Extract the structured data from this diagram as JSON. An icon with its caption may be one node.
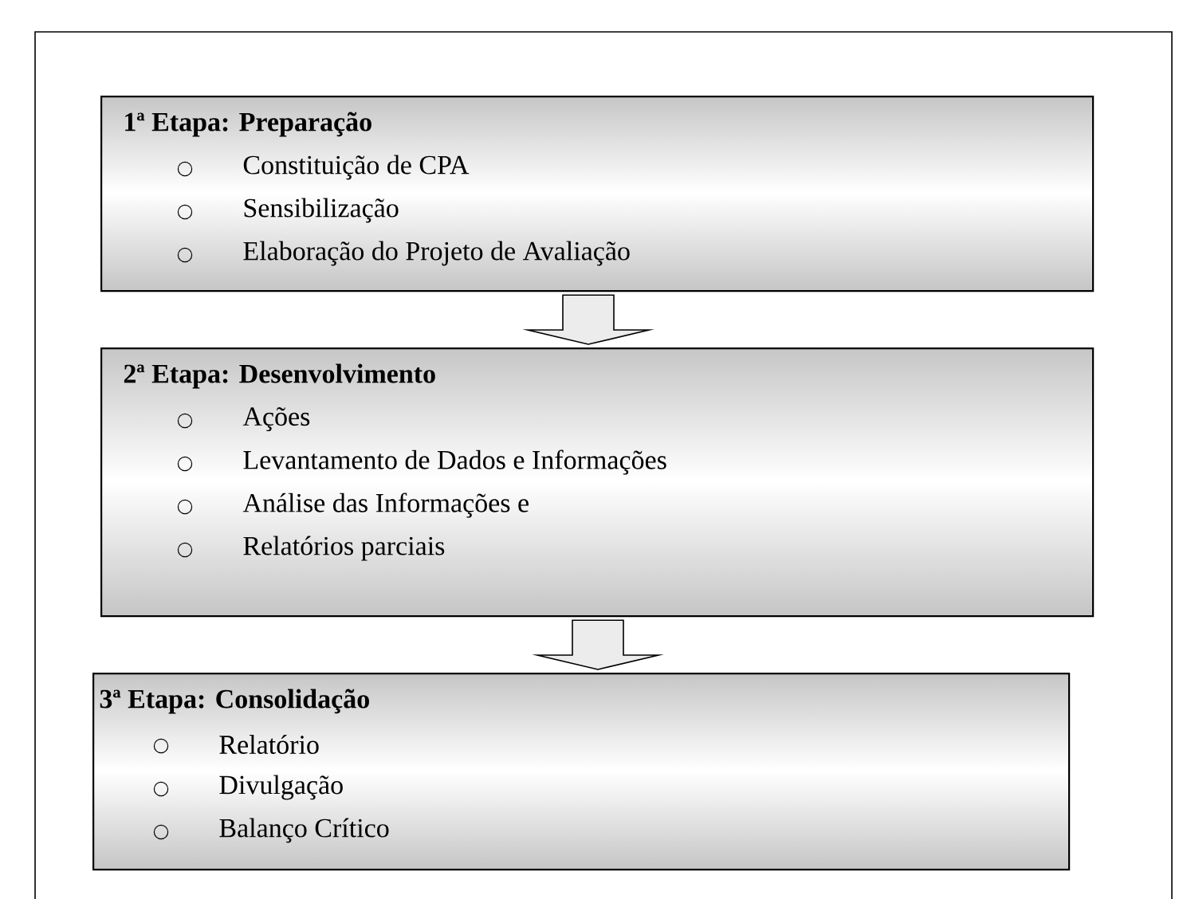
{
  "diagram": {
    "nodes": [
      {
        "text": [
          "1ª Etapa: Preparação",
          "Constituição de CPA",
          "Sensibilização",
          "Elaboração do Projeto de Avaliação"
        ]
      },
      {
        "text": [
          "2ª Etapa: Desenvolvimento",
          "Ações",
          "Levantamento de Dados e Informações",
          "Análise das Informações e",
          "Relatórios parciais"
        ]
      },
      {
        "text": [
          "3ª Etapa: Consolidação",
          "Relatório",
          "Divulgação",
          "Balanço Crítico"
        ]
      }
    ],
    "edges": [
      {
        "from": 0,
        "to": 1,
        "arrow": "to"
      },
      {
        "from": 1,
        "to": 2,
        "arrow": "to"
      }
    ]
  }
}
